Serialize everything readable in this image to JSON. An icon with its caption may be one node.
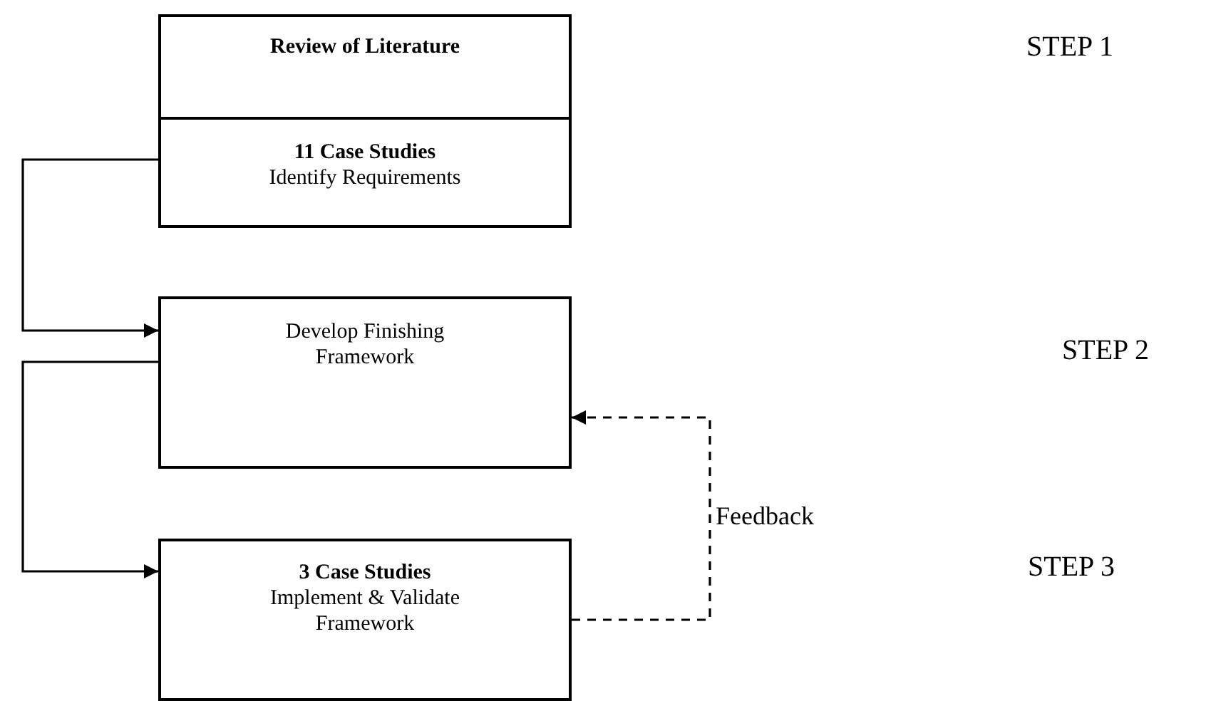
{
  "diagram": {
    "nodes": [
      {
        "text": [
          "Review of Literature"
        ]
      },
      {
        "text": [
          "11 Case Studies",
          "Identify Requirements"
        ]
      },
      {
        "text": [
          "Develop Finishing Framework"
        ]
      },
      {
        "text": [
          "3 Case Studies",
          "Implement & Validate Framework"
        ]
      }
    ],
    "edges": [
      {
        "from": 1,
        "to": 2,
        "arrow": "to"
      },
      {
        "from": 2,
        "to": 3,
        "arrow": "to"
      },
      {
        "from": 3,
        "to": 2,
        "arrow": "to",
        "style": "dashed",
        "label": "Feedback"
      }
    ],
    "labels": [
      "STEP 1",
      "STEP 2",
      "STEP 3"
    ]
  }
}
